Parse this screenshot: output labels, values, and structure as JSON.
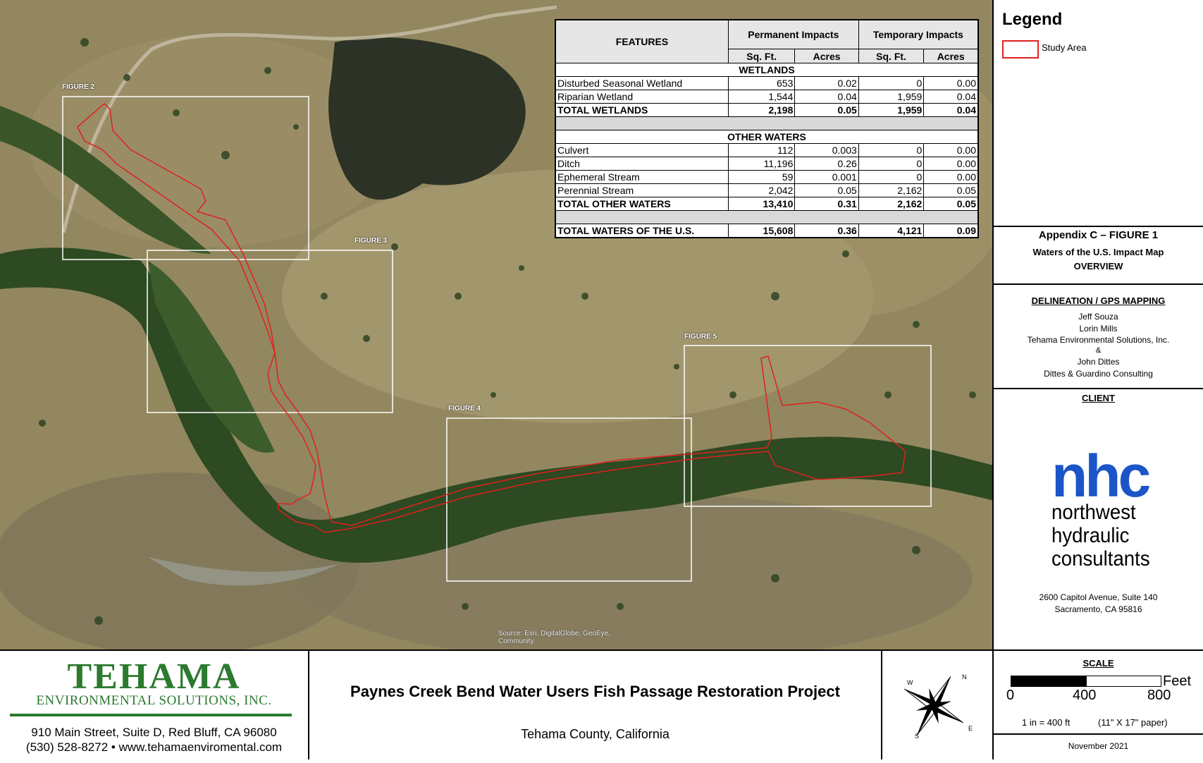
{
  "map": {
    "figure_labels": [
      "FIGURE 2",
      "FIGURE 3",
      "FIGURE 4",
      "FIGURE 5"
    ],
    "source_text": "Source: Esri, DigitalGlobe, GeoEye, Community",
    "study_area_color": "#e02020",
    "frame_color": "#ffffff"
  },
  "impact_table": {
    "header": {
      "features": "FEATURES",
      "permanent": "Permanent Impacts",
      "temporary": "Temporary Impacts",
      "sqft": "Sq. Ft.",
      "acres": "Acres"
    },
    "wetlands_title": "WETLANDS",
    "wetlands": [
      {
        "feature": "Disturbed Seasonal Wetland",
        "perm_sqft": "653",
        "perm_acres": "0.02",
        "temp_sqft": "0",
        "temp_acres": "0.00"
      },
      {
        "feature": "Riparian Wetland",
        "perm_sqft": "1,544",
        "perm_acres": "0.04",
        "temp_sqft": "1,959",
        "temp_acres": "0.04"
      }
    ],
    "wetlands_total": {
      "feature": "TOTAL WETLANDS",
      "perm_sqft": "2,198",
      "perm_acres": "0.05",
      "temp_sqft": "1,959",
      "temp_acres": "0.04"
    },
    "other_title": "OTHER WATERS",
    "other": [
      {
        "feature": "Culvert",
        "perm_sqft": "112",
        "perm_acres": "0.003",
        "temp_sqft": "0",
        "temp_acres": "0.00"
      },
      {
        "feature": "Ditch",
        "perm_sqft": "11,196",
        "perm_acres": "0.26",
        "temp_sqft": "0",
        "temp_acres": "0.00"
      },
      {
        "feature": "Ephemeral Stream",
        "perm_sqft": "59",
        "perm_acres": "0.001",
        "temp_sqft": "0",
        "temp_acres": "0.00"
      },
      {
        "feature": "Perennial Stream",
        "perm_sqft": "2,042",
        "perm_acres": "0.05",
        "temp_sqft": "2,162",
        "temp_acres": "0.05"
      }
    ],
    "other_total": {
      "feature": "TOTAL OTHER WATERS",
      "perm_sqft": "13,410",
      "perm_acres": "0.31",
      "temp_sqft": "2,162",
      "temp_acres": "0.05"
    },
    "grand_total": {
      "feature": "TOTAL WATERS OF THE U.S.",
      "perm_sqft": "15,608",
      "perm_acres": "0.36",
      "temp_sqft": "4,121",
      "temp_acres": "0.09"
    }
  },
  "legend": {
    "title": "Legend",
    "item": "Study Area"
  },
  "figure_info": {
    "title": "Appendix C – FIGURE 1",
    "subtitle": "Waters of the U.S. Impact Map",
    "view": "OVERVIEW"
  },
  "delineation": {
    "heading": "DELINEATION / GPS MAPPING",
    "lines": [
      "Jeff Souza",
      "Lorin Mills",
      "Tehama Environmental Solutions, Inc.",
      "&",
      "John Dittes",
      "Dittes & Guardino Consulting"
    ]
  },
  "client": {
    "heading": "CLIENT",
    "logo_main": "nhc",
    "logo_lines": [
      "northwest",
      "hydraulic",
      "consultants"
    ],
    "address": [
      "2600 Capitol Avenue, Suite 140",
      "Sacramento, CA 95816"
    ],
    "brand_color": "#1b55c8"
  },
  "company": {
    "name": "TEHAMA",
    "subtitle": "ENVIRONMENTAL SOLUTIONS, INC.",
    "address": "910 Main Street, Suite D, Red Bluff, CA 96080",
    "contact": "(530) 528-8272 • www.tehamaenviromental.com",
    "brand_color": "#2b7a2f"
  },
  "project": {
    "title": "Paynes Creek Bend Water Users Fish Passage Restoration Project",
    "location": "Tehama County, California"
  },
  "compass": {
    "icon": "north-arrow-icon",
    "letters": [
      "N",
      "E",
      "S",
      "W"
    ]
  },
  "scale": {
    "heading": "SCALE",
    "unit": "Feet",
    "ticks": [
      "0",
      "400",
      "800"
    ],
    "ratio": "1 in = 400 ft",
    "paper": "(11\" X 17\" paper)",
    "date": "November 2021"
  }
}
